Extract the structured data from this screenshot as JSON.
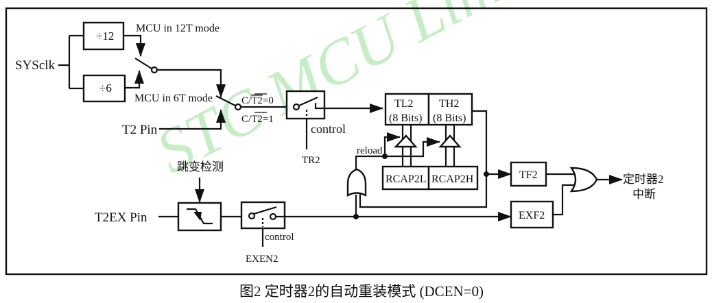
{
  "watermark": "STC MCU Limited",
  "blocks": {
    "sysclk": "SYSclk",
    "div12": "÷12",
    "div6": "÷6",
    "mode12": "MCU in 12T mode",
    "mode6": "MCU in 6T mode",
    "t2pin": "T2 Pin",
    "ct_prefix": "C/",
    "ct_bar": "T2",
    "ct0_suffix": "=0",
    "ct1_suffix": "=1",
    "control1": "control",
    "tr2": "TR2",
    "tl2": "TL2",
    "th2": "TH2",
    "bits": "(8 Bits)",
    "reload": "reload",
    "rcap2l": "RCAP2L",
    "rcap2h": "RCAP2H",
    "tf2": "TF2",
    "exf2": "EXF2",
    "interrupt_line1": "定时器2",
    "interrupt_line2": "中断",
    "edge_detect": "跳变检测",
    "t2ex": "T2EX Pin",
    "control2": "control",
    "exen2": "EXEN2"
  },
  "caption": "图2  定时器2的自动重装模式 (DCEN=0)"
}
